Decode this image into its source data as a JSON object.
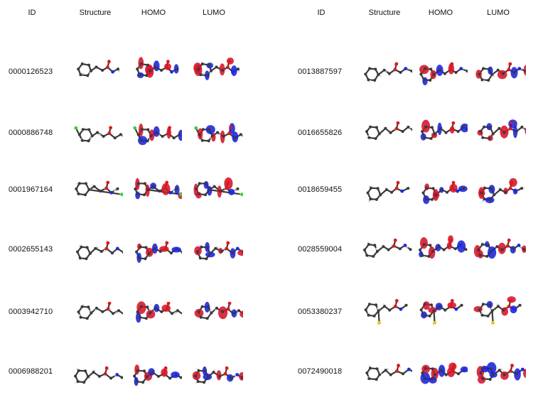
{
  "headers": {
    "id": "ID",
    "structure": "Structure",
    "homo": "HOMO",
    "lumo": "LUMO"
  },
  "colors": {
    "orbital_positive": "#d4152a",
    "orbital_negative": "#1a22d8",
    "carbon": "#3a3a3a",
    "hydrogen": "#e6e6e6",
    "oxygen": "#e01818",
    "nitrogen": "#1b2ce0",
    "chlorine": "#39d23a",
    "sulfur": "#e7c41c"
  },
  "left_rows": [
    {
      "id": "0000126523"
    },
    {
      "id": "0000886748"
    },
    {
      "id": "0001967164"
    },
    {
      "id": "0002655143"
    },
    {
      "id": "0003942710"
    },
    {
      "id": "0006988201"
    }
  ],
  "right_rows": [
    {
      "id": "0013887597"
    },
    {
      "id": "0016655826"
    },
    {
      "id": "0018659455"
    },
    {
      "id": "0028559004"
    },
    {
      "id": "0053380237"
    },
    {
      "id": "0072490018"
    }
  ]
}
